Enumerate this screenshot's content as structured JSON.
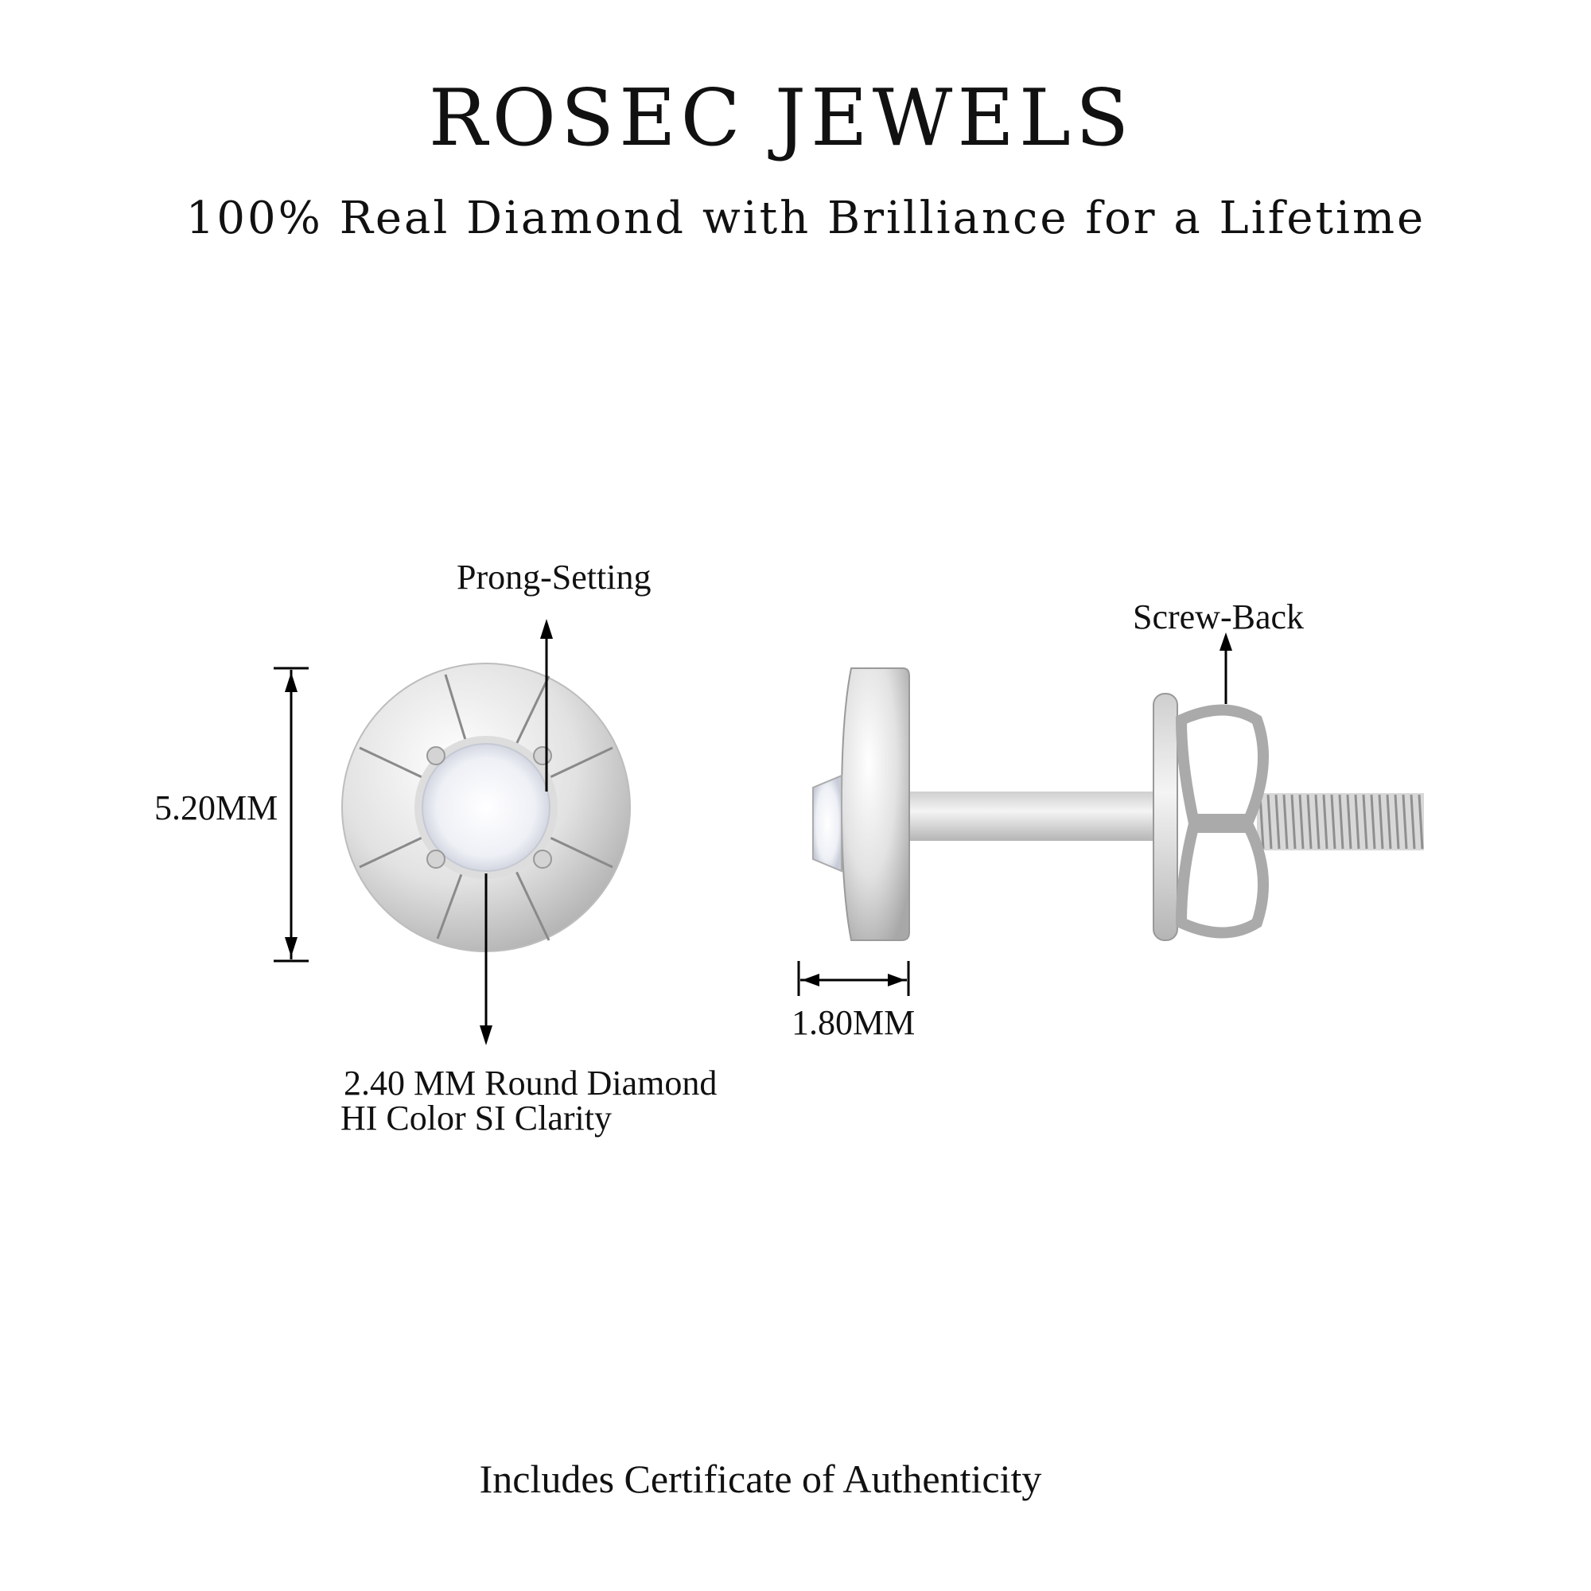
{
  "header": {
    "brand": "ROSEC JEWELS",
    "tagline": "100% Real Diamond with Brilliance for a Lifetime"
  },
  "annotations": {
    "setting": "Prong-Setting",
    "back_type": "Screw-Back",
    "height": "5.20MM",
    "depth": "1.80MM",
    "stone_size": "2.40 MM Round Diamond",
    "stone_quality": "HI Color SI Clarity"
  },
  "footer": {
    "note": "Includes Certificate of Authenticity"
  },
  "colors": {
    "metal": "#e8e8e8",
    "metal_shadow": "#9a9a9a",
    "text": "#111111"
  }
}
